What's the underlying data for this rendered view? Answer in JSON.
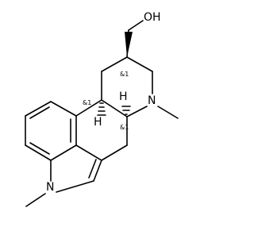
{
  "atoms": {
    "hydroxyl": "OH",
    "amine_n": "N",
    "indole_n": "N",
    "h_upper": "H",
    "h_lower": "H"
  },
  "stereo_labels": {
    "c8": "&1",
    "c10": "&1",
    "c5": "&1"
  }
}
